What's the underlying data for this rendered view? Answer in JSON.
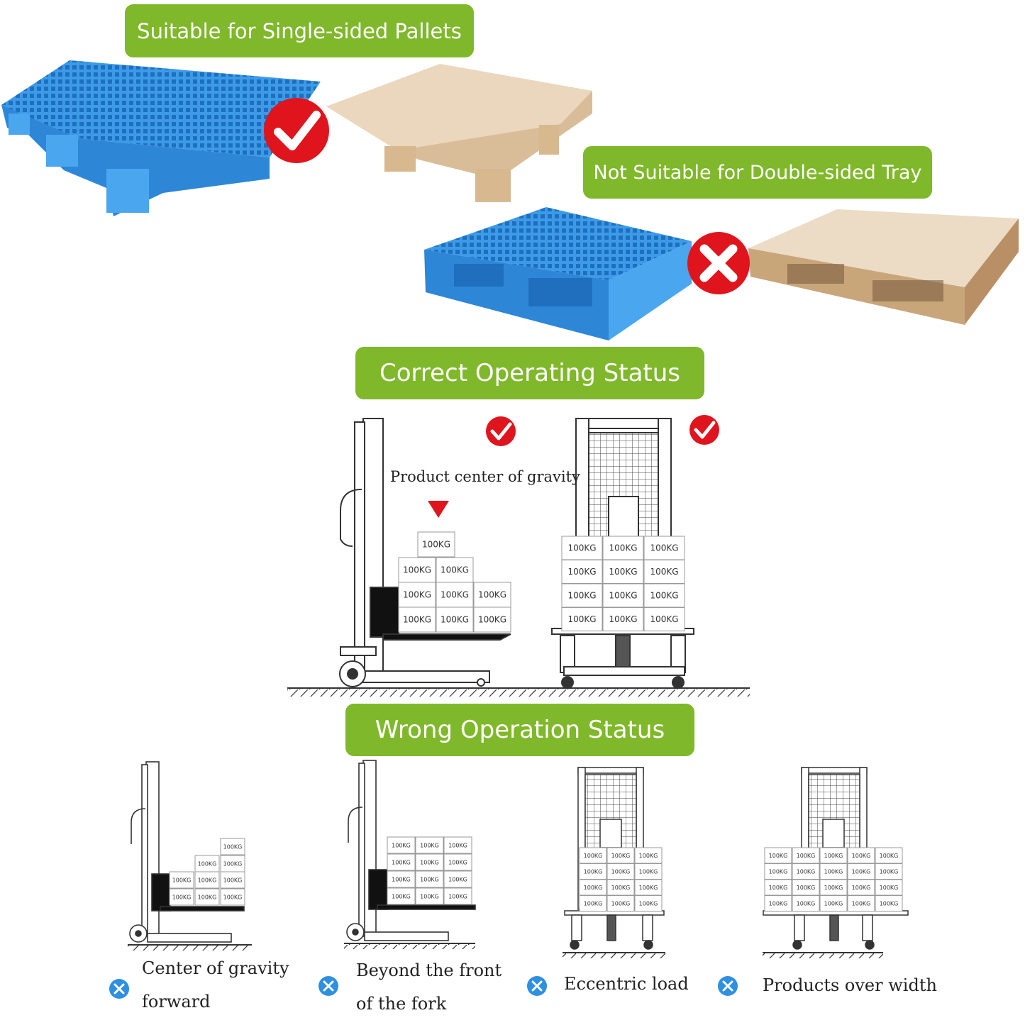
{
  "banners": {
    "single_sided": "Suitable for Single-sided Pallets",
    "double_sided": "Not Suitable for Double-sided Tray",
    "correct": "Correct Operating Status",
    "wrong": "Wrong Operation Status"
  },
  "gravity_label": "Product center of gravity",
  "box_label": "100KG",
  "wrong_cases": [
    {
      "line1": "Center of gravity",
      "line2": "forward"
    },
    {
      "line1": "Beyond the front",
      "line2": "of the fork"
    },
    {
      "line1": "Eccentric load",
      "line2": ""
    },
    {
      "line1": "Products over width",
      "line2": ""
    }
  ],
  "icons": {
    "check": "check-badge-icon",
    "cross": "cross-badge-icon",
    "x_small": "x-circle-icon"
  },
  "colors": {
    "banner_green": "#7fb82a",
    "pallet_blue": "#3c9be8",
    "wood": "#e8d3b8",
    "badge_red": "#e0141c",
    "x_blue": "#2f8fe0"
  }
}
